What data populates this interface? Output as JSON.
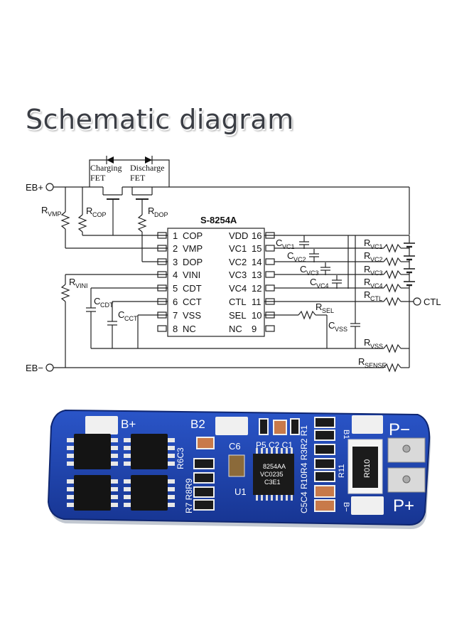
{
  "title": "Schematic diagram",
  "schematic": {
    "chip_name": "S-8254A",
    "left_pins": [
      {
        "num": "1",
        "label": "COP"
      },
      {
        "num": "2",
        "label": "VMP"
      },
      {
        "num": "3",
        "label": "DOP"
      },
      {
        "num": "4",
        "label": "VINI"
      },
      {
        "num": "5",
        "label": "CDT"
      },
      {
        "num": "6",
        "label": "CCT"
      },
      {
        "num": "7",
        "label": "VSS"
      },
      {
        "num": "8",
        "label": "NC"
      }
    ],
    "right_pins": [
      {
        "num": "16",
        "label": "VDD"
      },
      {
        "num": "15",
        "label": "VC1"
      },
      {
        "num": "14",
        "label": "VC2"
      },
      {
        "num": "13",
        "label": "VC3"
      },
      {
        "num": "12",
        "label": "VC4"
      },
      {
        "num": "11",
        "label": "CTL"
      },
      {
        "num": "10",
        "label": "SEL"
      },
      {
        "num": "9",
        "label": "NC"
      }
    ],
    "terminals": {
      "eb_plus": "EB+",
      "eb_minus": "EB−",
      "ctl": "CTL"
    },
    "fets": {
      "charging_line1": "Charging",
      "charging_line2": "FET",
      "discharge_line1": "Discharge",
      "discharge_line2": "FET"
    },
    "components": {
      "r_vmp": {
        "main": "R",
        "sub": "VMP"
      },
      "r_cop": {
        "main": "R",
        "sub": "COP"
      },
      "r_dop": {
        "main": "R",
        "sub": "DOP"
      },
      "r_vini": {
        "main": "R",
        "sub": "VINI"
      },
      "c_cdt": {
        "main": "C",
        "sub": "CDT"
      },
      "c_cct": {
        "main": "C",
        "sub": "CCT"
      },
      "c_vc1": {
        "main": "C",
        "sub": "VC1"
      },
      "c_vc2": {
        "main": "C",
        "sub": "VC2"
      },
      "c_vc3": {
        "main": "C",
        "sub": "VC3"
      },
      "c_vc4": {
        "main": "C",
        "sub": "VC4"
      },
      "c_vss": {
        "main": "C",
        "sub": "VSS"
      },
      "r_sel": {
        "main": "R",
        "sub": "SEL"
      },
      "r_vc1": {
        "main": "R",
        "sub": "VC1"
      },
      "r_vc2": {
        "main": "R",
        "sub": "VC2"
      },
      "r_vc3": {
        "main": "R",
        "sub": "VC3"
      },
      "r_vc4": {
        "main": "R",
        "sub": "VC4"
      },
      "r_ctl": {
        "main": "R",
        "sub": "CTL"
      },
      "r_vss": {
        "main": "R",
        "sub": "VSS"
      },
      "r_sense": {
        "main": "R",
        "sub": "SENSE"
      }
    }
  },
  "pcb": {
    "board_color": "#1f3fa8",
    "pads": {
      "b_plus": "B+",
      "b2": "B2",
      "b1": "B1",
      "b_minus": "B−",
      "p_minus": "P−",
      "p_plus": "P+"
    },
    "silkscreen": {
      "c6": "C6",
      "u1": "U1",
      "p5_c2_c1": "P5 C2 C1",
      "r6_c3": "R6C3",
      "r7_r8_r9": "R7 R8R9",
      "c5_c4_r10_r4_r3_r2_r1": "C5C4 R10R4 R3R2 R1",
      "r11": "R11"
    },
    "chip_markings": {
      "line1": "8254AA",
      "line2": "VC0235",
      "line3": "C3E1"
    },
    "shunt_marking": "R010"
  }
}
